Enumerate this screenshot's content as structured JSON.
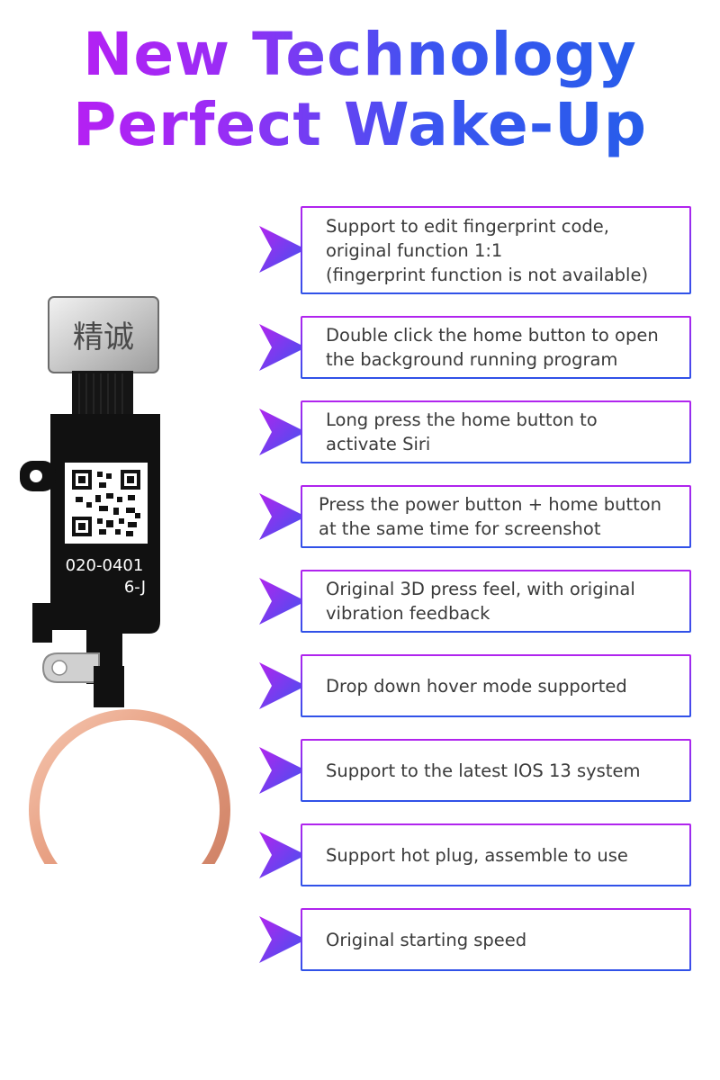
{
  "headline": {
    "line1": "New Technology",
    "line2": "Perfect Wake-Up"
  },
  "product": {
    "tab_label": "精诚",
    "part_number": "020-0401",
    "part_suffix": "6-J",
    "ring_color": "#e8a184"
  },
  "colors": {
    "accent_purple": "#b224ee",
    "accent_blue": "#2f52e8"
  },
  "features": [
    {
      "text": "Support to edit fingerprint code,\noriginal function 1:1\n(fingerprint function is not available)"
    },
    {
      "text": "Double click the home button to open\nthe background running program"
    },
    {
      "text": "Long press the home button to\nactivate Siri"
    },
    {
      "text": "Press the power button + home button\nat the same time for screenshot"
    },
    {
      "text": "Original 3D press feel, with original\nvibration feedback"
    },
    {
      "text": "Drop down hover mode supported"
    },
    {
      "text": "Support to the latest IOS 13 system"
    },
    {
      "text": "Support hot plug, assemble to use"
    },
    {
      "text": "Original starting speed"
    }
  ]
}
